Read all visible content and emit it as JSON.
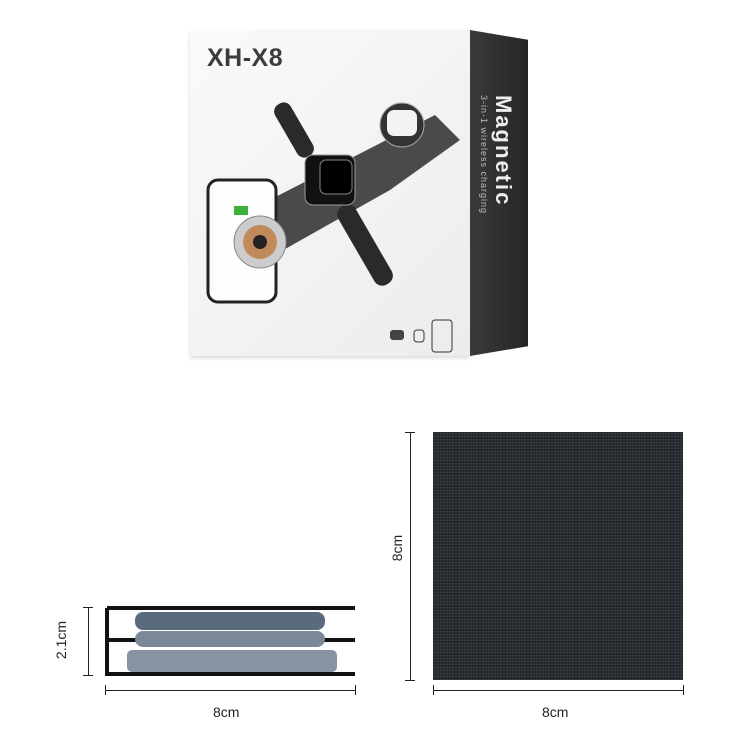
{
  "box": {
    "model": "XH-X8",
    "side_title": "Magnetic",
    "side_subtitle": "3-in-1 wireless charging"
  },
  "side_view": {
    "height_label": "2.1cm",
    "width_label": "8cm"
  },
  "top_view": {
    "height_label": "8cm",
    "width_label": "8cm"
  },
  "colors": {
    "box_side": "#2e2e2e",
    "fabric": "#2a2d33",
    "coil": "#c08a5a"
  }
}
